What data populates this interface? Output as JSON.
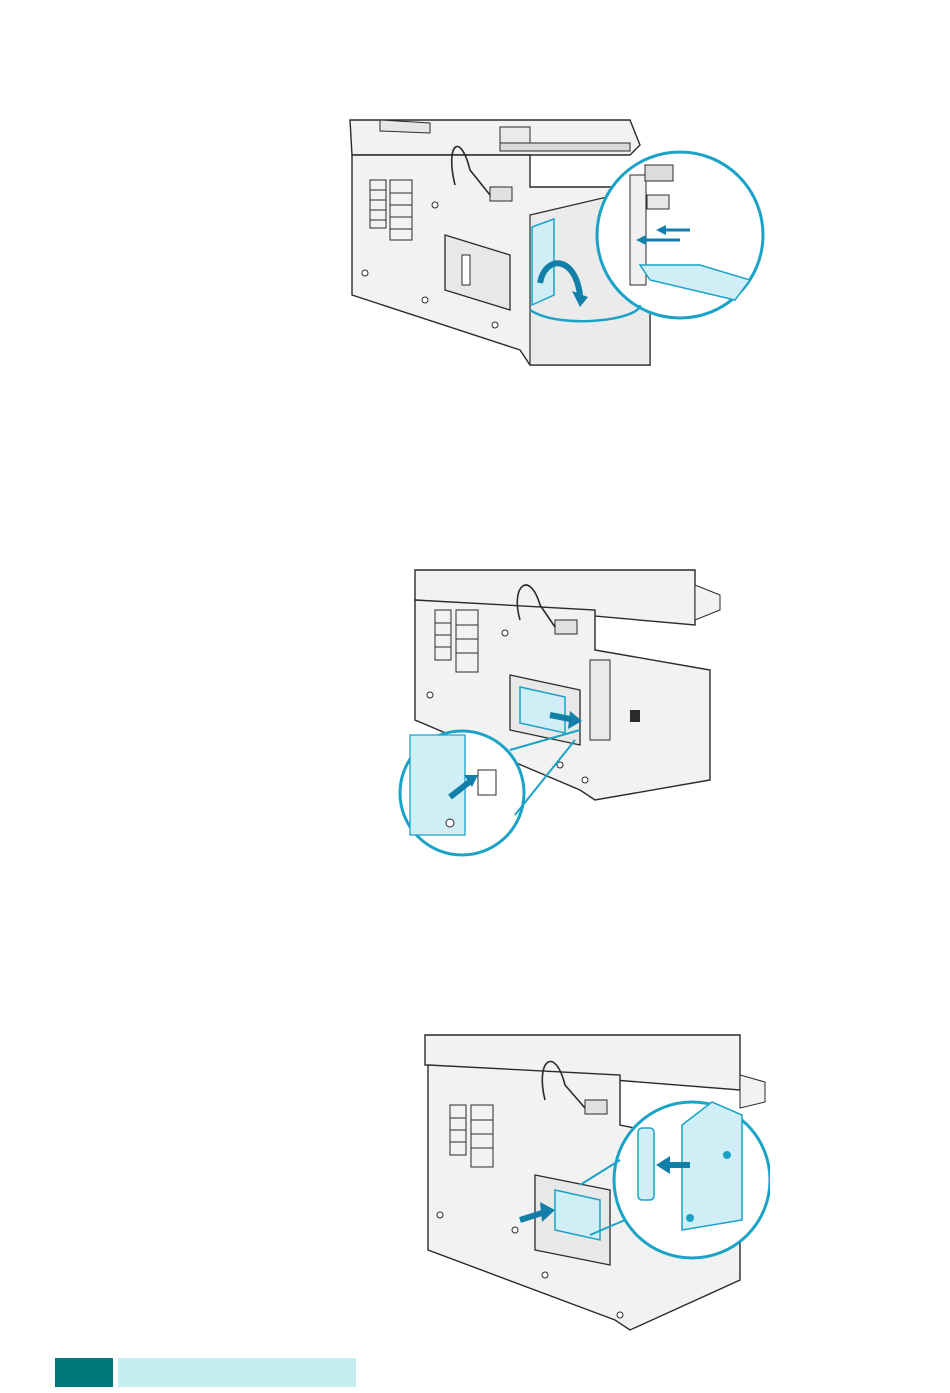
{
  "page": {
    "background": "#ffffff",
    "illustrations": [
      {
        "id": "step-1",
        "subject": "printer-rear-cover-removal"
      },
      {
        "id": "step-2",
        "subject": "printer-control-board-cover-removal"
      },
      {
        "id": "step-3",
        "subject": "printer-memory-card-insertion"
      }
    ]
  },
  "colors": {
    "line": "#2b2b2b",
    "body_fill": "#f2f2f2",
    "shade_fill": "#d9d9d9",
    "accent_blue": "#1aa3c7",
    "accent_fill": "#cfeef6",
    "arrow_blue": "#117fa8",
    "footer_dark": "#00777a",
    "footer_light": "#c5eef0"
  },
  "footer": {
    "page_number": "",
    "section_label": ""
  }
}
